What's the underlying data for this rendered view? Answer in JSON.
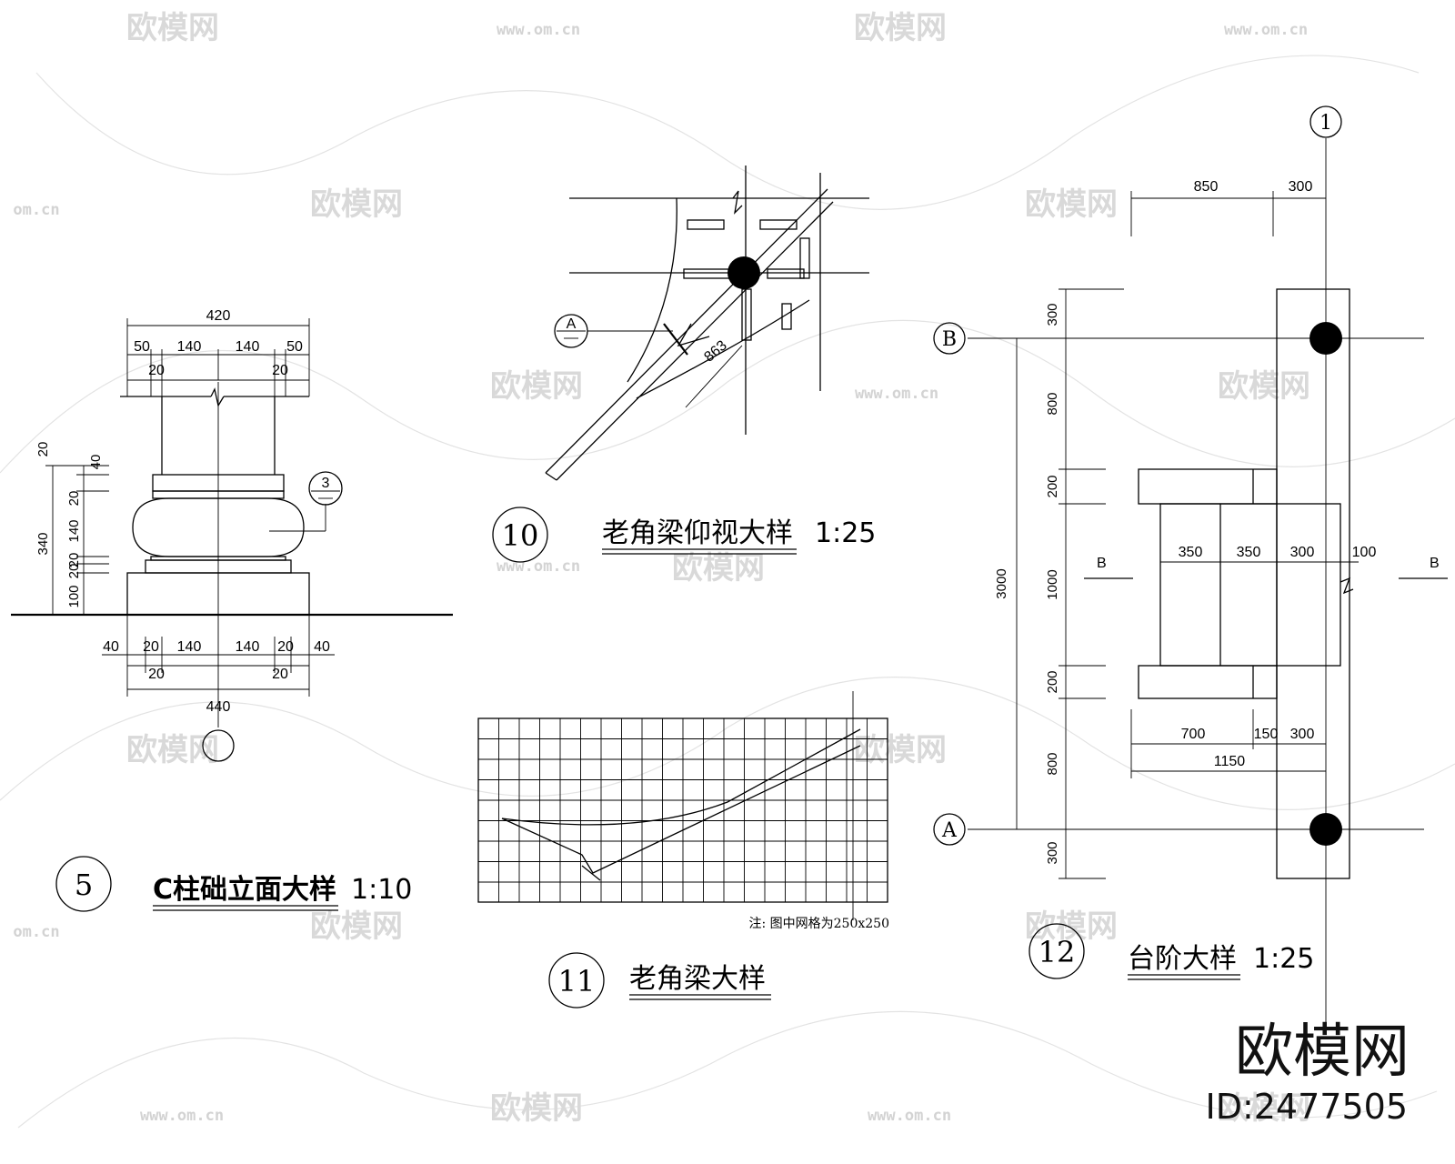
{
  "watermark": {
    "brand": "欧模网",
    "url": "www.om.cn",
    "url_short": "om.cn"
  },
  "logo": {
    "brand": "欧模网",
    "id": "ID:2477505"
  },
  "detail5": {
    "number": "5",
    "title": "C柱础立面大样",
    "scale": "1:10",
    "callout": "3",
    "dims_top": [
      "420",
      "50",
      "140",
      "140",
      "50",
      "20",
      "20"
    ],
    "dims_left": [
      "20",
      "40",
      "340",
      "20",
      "140",
      "20",
      "20",
      "100"
    ],
    "dims_bottom": [
      "40",
      "20",
      "140",
      "140",
      "20",
      "40",
      "20",
      "20",
      "440"
    ]
  },
  "detail10": {
    "number": "10",
    "title": "老角梁仰视大样",
    "scale": "1:25",
    "section_tag": "A",
    "dim": "863"
  },
  "detail11": {
    "number": "11",
    "title": "老角梁大样",
    "note": "注: 图中网格为250x250"
  },
  "detail12": {
    "number": "12",
    "title": "台阶大样",
    "scale": "1:25",
    "axis_col": "1",
    "axis_rows": [
      "B",
      "A"
    ],
    "section_mark": "B",
    "dims_top": [
      "850",
      "300"
    ],
    "dims_left_total": "3000",
    "dims_left": [
      "300",
      "800",
      "200",
      "1000",
      "200",
      "800",
      "300"
    ],
    "dims_step": [
      "350",
      "350",
      "300",
      "100"
    ],
    "dims_bottom": [
      "700",
      "150",
      "300",
      "1150"
    ]
  }
}
